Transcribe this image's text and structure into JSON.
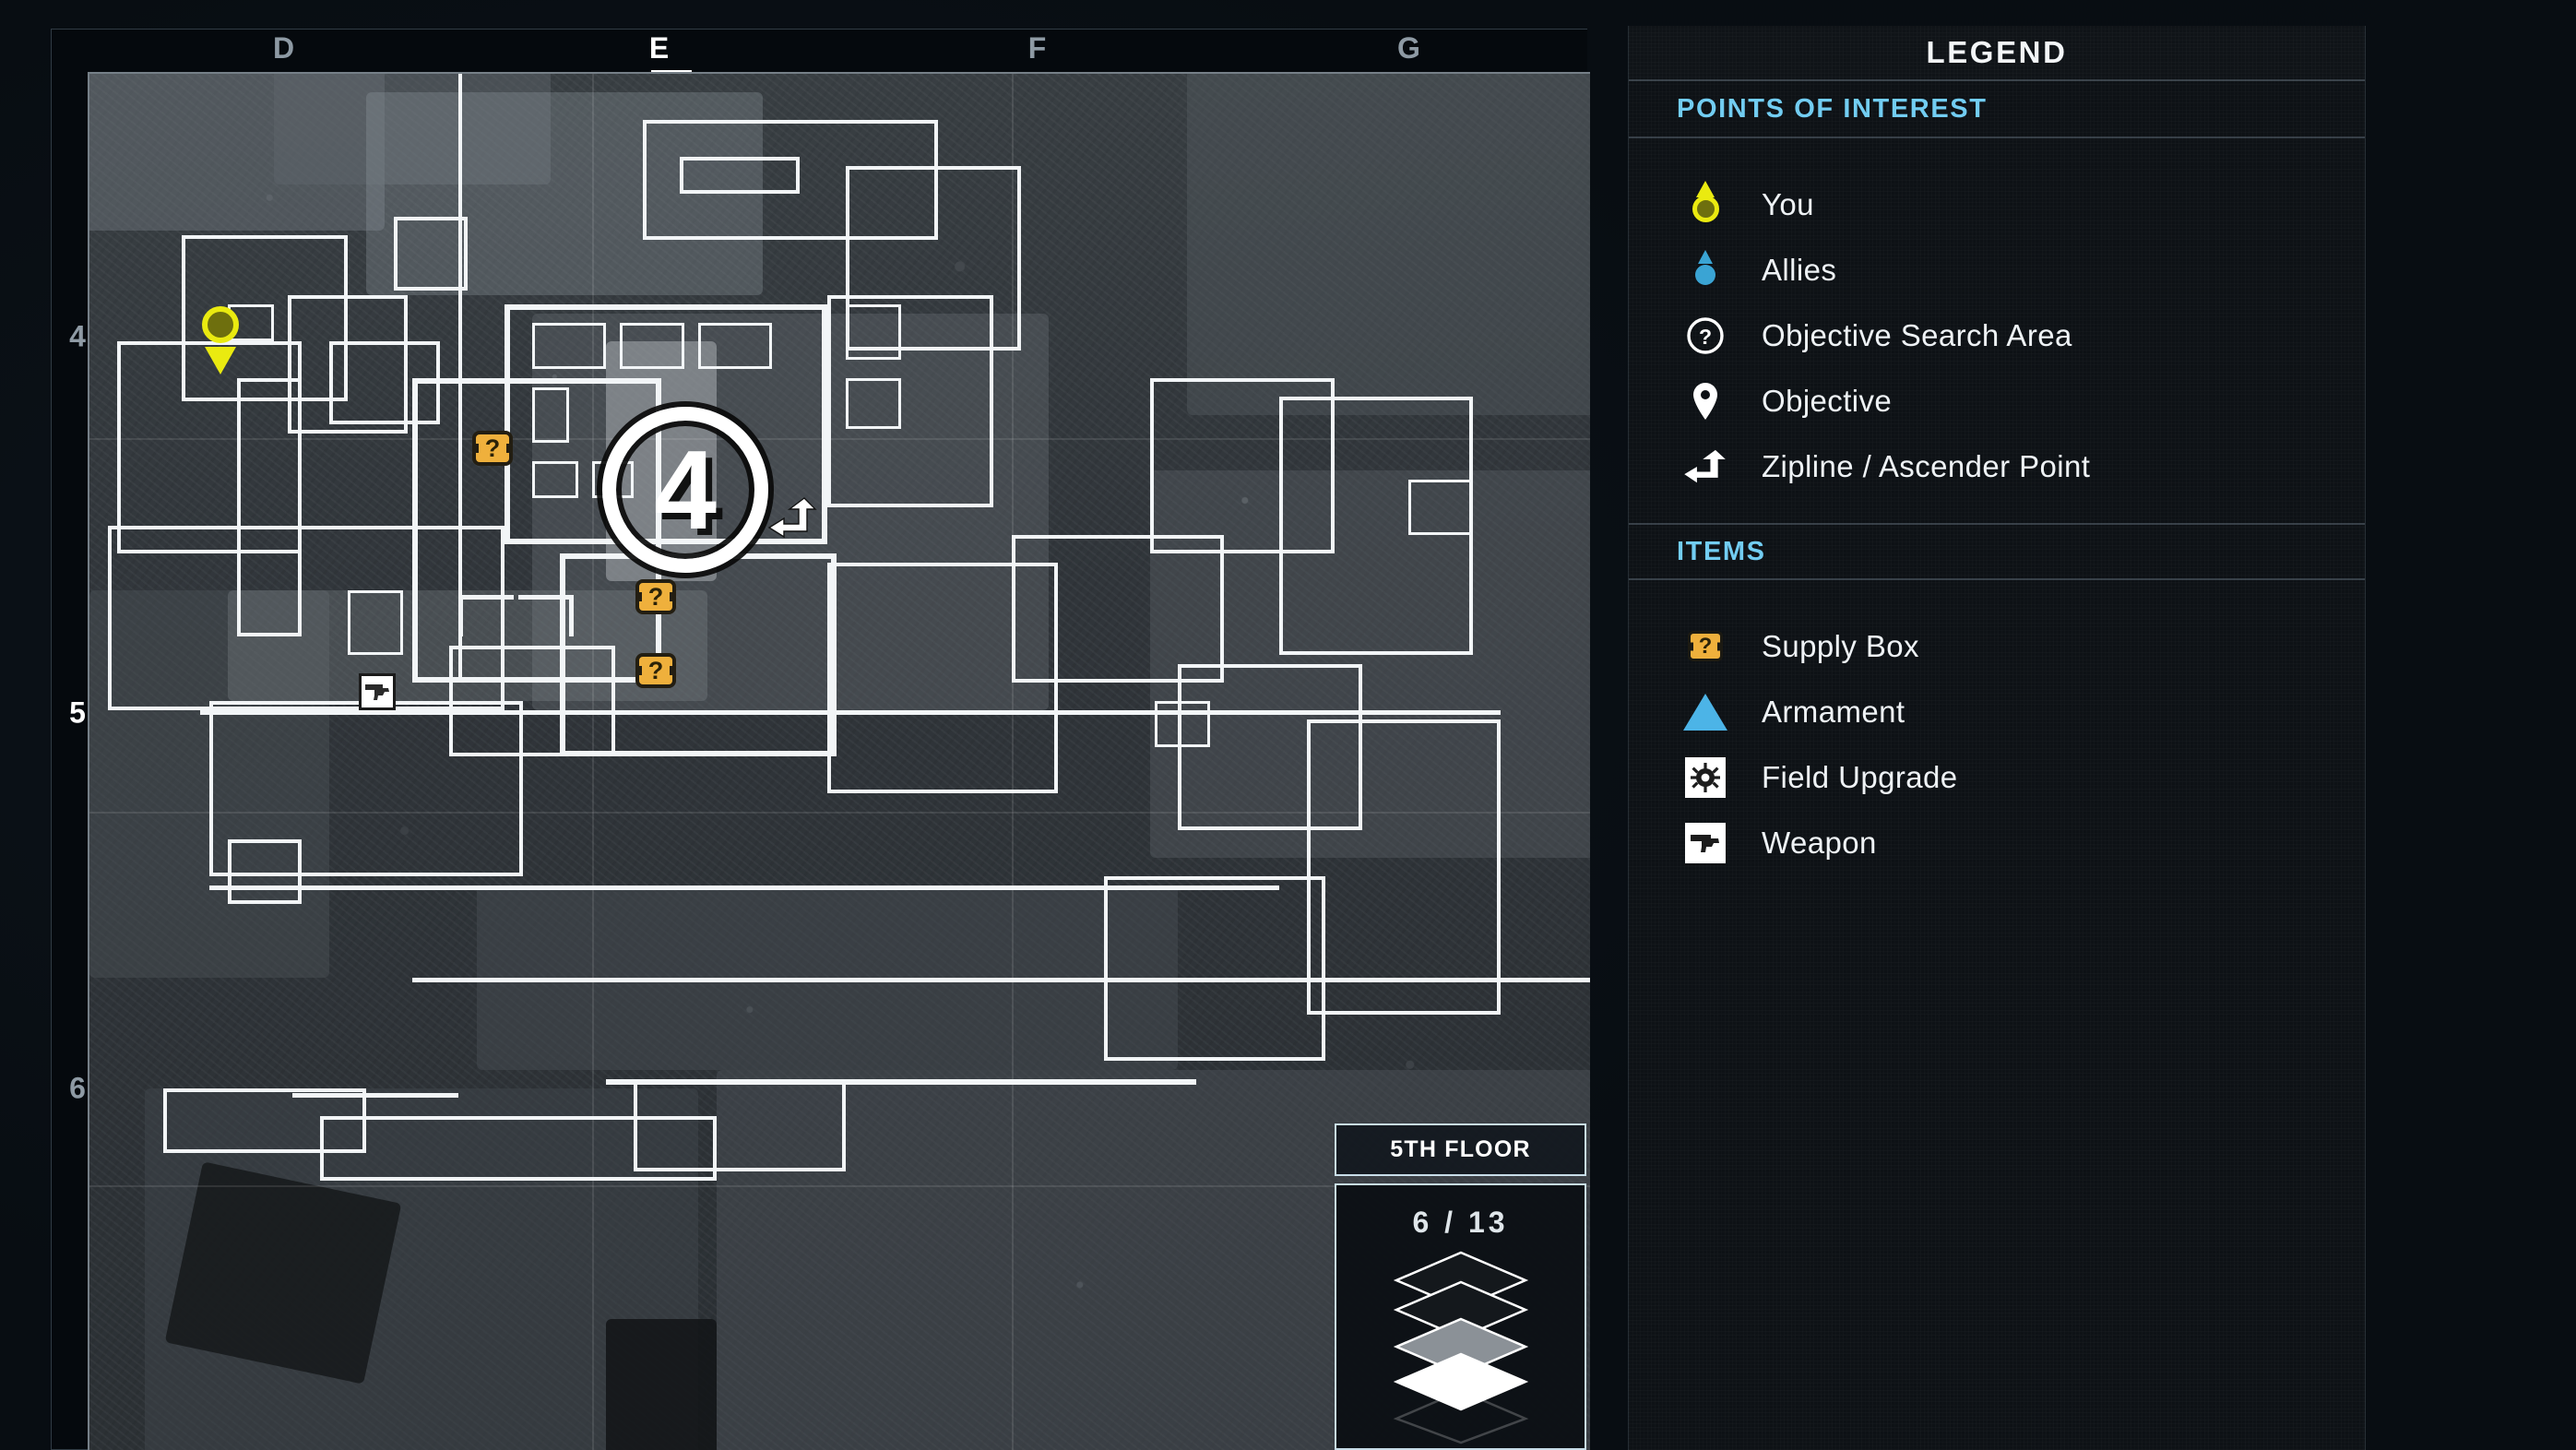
{
  "map": {
    "column_labels": [
      {
        "label": "D",
        "active": false
      },
      {
        "label": "E",
        "active": true
      },
      {
        "label": "F",
        "active": false
      },
      {
        "label": "G",
        "active": false
      }
    ],
    "row_labels": [
      {
        "label": "4",
        "active": false
      },
      {
        "label": "5",
        "active": true
      },
      {
        "label": "6",
        "active": false
      }
    ],
    "markers": [
      {
        "name": "you-marker",
        "type": "you",
        "label": ""
      },
      {
        "name": "supply-box-marker",
        "type": "supply",
        "label": "?"
      },
      {
        "name": "supply-box-marker",
        "type": "supply",
        "label": "?"
      },
      {
        "name": "supply-box-marker",
        "type": "supply",
        "label": "?"
      },
      {
        "name": "weapon-marker",
        "type": "weapon",
        "label": ""
      },
      {
        "name": "zipline-marker",
        "type": "zipline",
        "label": ""
      },
      {
        "name": "objective-count-marker",
        "type": "circle",
        "label": "4"
      }
    ],
    "objective_count": "4"
  },
  "floor_widget": {
    "floor_name": "5TH FLOOR",
    "floor_count": "6 / 13",
    "current_floor": 6,
    "total_floors": 13
  },
  "legend": {
    "title": "LEGEND",
    "sections": [
      {
        "heading": "POINTS OF INTEREST",
        "items": [
          {
            "icon": "you-pin-icon",
            "label": "You"
          },
          {
            "icon": "allies-pin-icon",
            "label": "Allies"
          },
          {
            "icon": "question-circle-icon",
            "label": "Objective Search Area"
          },
          {
            "icon": "map-pin-icon",
            "label": "Objective"
          },
          {
            "icon": "zipline-arrow-icon",
            "label": "Zipline / Ascender Point"
          }
        ]
      },
      {
        "heading": "ITEMS",
        "items": [
          {
            "icon": "supply-box-icon",
            "label": "Supply Box",
            "glyph": "?"
          },
          {
            "icon": "armament-triangle-icon",
            "label": "Armament"
          },
          {
            "icon": "field-upgrade-gear-icon",
            "label": "Field Upgrade"
          },
          {
            "icon": "weapon-pistol-icon",
            "label": "Weapon"
          }
        ]
      }
    ]
  },
  "colors": {
    "accent_cyan": "#72cdf2",
    "player_yellow": "#eaea10",
    "ally_blue": "#3aa4d4",
    "supply_orange": "#efb03c",
    "armament_blue": "#4cb4e7",
    "panel_bg": "#0d1115",
    "frame_line": "#c8dde8"
  }
}
